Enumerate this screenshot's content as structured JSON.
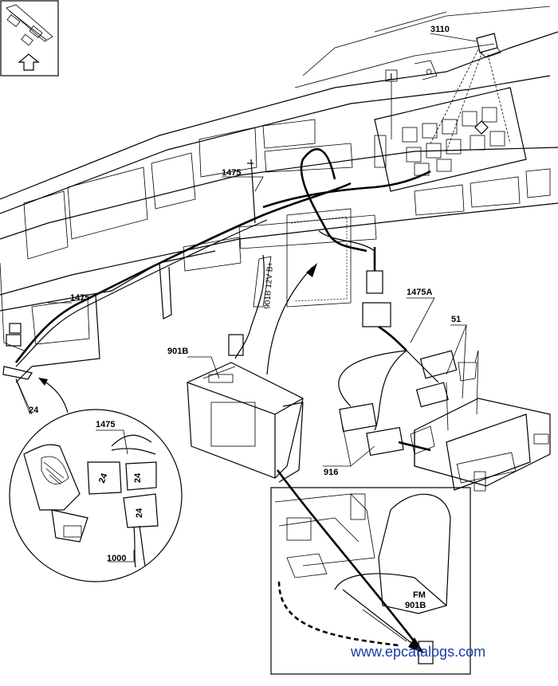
{
  "labels": {
    "ref_3110": "3110",
    "ref_1475_top": "1475",
    "ref_1475_left": "1475",
    "ref_1475a": "1475A",
    "ref_51": "51",
    "ref_901b": "901B",
    "ref_24": "24",
    "ref_1475_circle": "1475",
    "ref_1000": "1000",
    "ref_916": "916",
    "fm_line1": "FM",
    "fm_line2": "901B",
    "connector_24_a": "24",
    "connector_24_b": "24",
    "connector_24_c": "24",
    "wire_tag": "901B 12V B+",
    "ground_symbol": "⊥"
  },
  "watermark": "www.epcatalogs.com",
  "colors": {
    "line": "#000000",
    "watermark": "#1b3aa8",
    "background": "#ffffff"
  }
}
